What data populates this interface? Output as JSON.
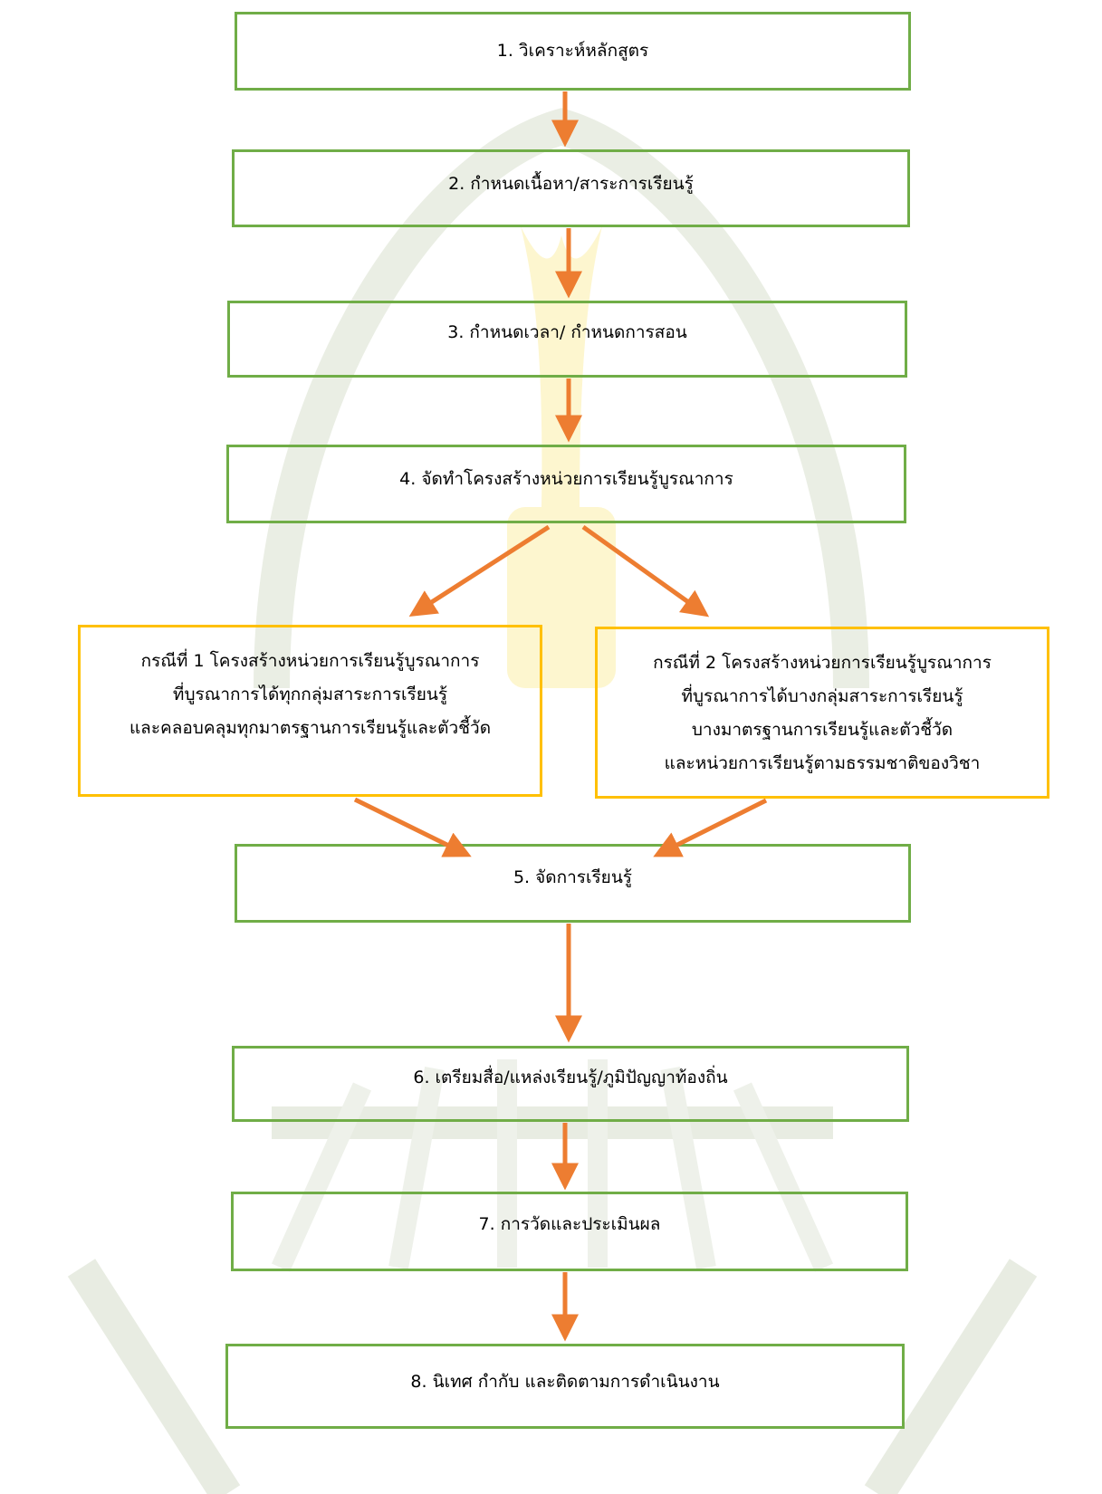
{
  "colors": {
    "step_border": "#70ad47",
    "case_border": "#ffc000",
    "arrow": "#ed7d31",
    "watermark_green": "#e2e8da",
    "watermark_yellow": "#fdf5c8"
  },
  "steps": [
    {
      "id": "step-1",
      "label": "1. วิเคราะห์หลักสูตร"
    },
    {
      "id": "step-2",
      "label": "2. กำหนดเนื้อหา/สาระการเรียนรู้"
    },
    {
      "id": "step-3",
      "label": "3. กำหนดเวลา/ กำหนดการสอน"
    },
    {
      "id": "step-4",
      "label": "4. จัดทำโครงสร้างหน่วยการเรียนรู้บูรณาการ"
    },
    {
      "id": "step-5",
      "label": "5. จัดการเรียนรู้"
    },
    {
      "id": "step-6",
      "label": "6. เตรียมสื่อ/แหล่งเรียนรู้/ภูมิปัญญาท้องถิ่น"
    },
    {
      "id": "step-7",
      "label": "7. การวัดและประเมินผล"
    },
    {
      "id": "step-8",
      "label": "8. นิเทศ กำกับ และติดตามการดำเนินงาน"
    }
  ],
  "cases": [
    {
      "id": "case-1",
      "lines": [
        "กรณีที่ 1 โครงสร้างหน่วยการเรียนรู้บูรณาการ",
        "ที่บูรณาการได้ทุกกลุ่มสาระการเรียนรู้",
        "และคลอบคลุมทุกมาตรฐานการเรียนรู้และตัวชี้วัด"
      ]
    },
    {
      "id": "case-2",
      "lines": [
        "กรณีที่ 2 โครงสร้างหน่วยการเรียนรู้บูรณาการ",
        "ที่บูรณาการได้บางกลุ่มสาระการเรียนรู้",
        "บางมาตรฐานการเรียนรู้และตัวชี้วัด",
        "และหน่วยการเรียนรู้ตามธรรมชาติของวิชา"
      ]
    }
  ]
}
